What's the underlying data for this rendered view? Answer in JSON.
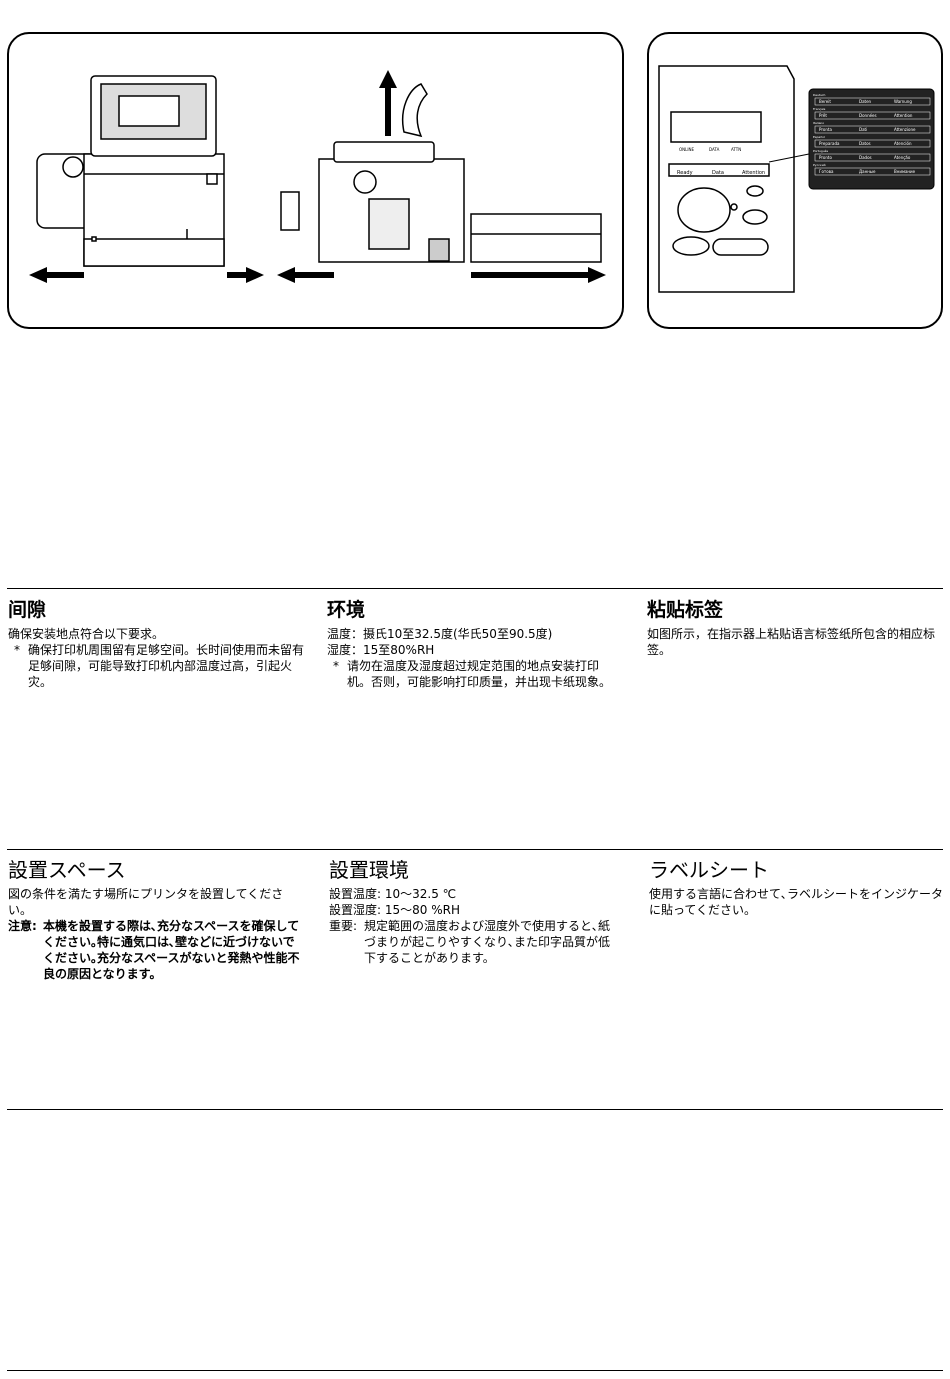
{
  "cn": {
    "clearance": {
      "title": "间隙",
      "lead": "确保安装地点符合以下要求。",
      "note_mark": "*",
      "note": "确保打印机周围留有足够空间。长时间使用而未留有足够间隙，可能导致打印机内部温度过高，引起火灾。"
    },
    "environment": {
      "title": "环境",
      "temp": "温度：摄氏10至32.5度(华氏50至90.5度)",
      "humidity": "湿度：15至80%RH",
      "note_mark": "*",
      "note": "请勿在温度及湿度超过规定范围的地点安装打印机。否则，可能影响打印质量，并出现卡纸现象。"
    },
    "label": {
      "title": "粘贴标签",
      "text": "如图所示，在指示器上粘贴语言标签纸所包含的相应标签。"
    }
  },
  "jp": {
    "space": {
      "title": "設置スペース",
      "lead": "図の条件を満たす場所にプリンタを設置してください。",
      "note_label": "注意:",
      "note": "本機を設置する際は､充分なスペースを確保してください｡特に通気口は､壁などに近づけないでください｡充分なスペースがないと発熱や性能不良の原因となります。"
    },
    "environment": {
      "title": "設置環境",
      "temp": "設置温度:  10～32.5 ℃",
      "humidity": "設置湿度:  15～80 %RH",
      "note_label": "重要:",
      "note": "規定範囲の温度および湿度外で使用すると､紙づまりが起こりやすくなり､また印字品質が低下することがあります。"
    },
    "label": {
      "title": "ラベルシート",
      "text": "使用する言語に合わせて､ラベルシートをインジケータに貼ってください。"
    }
  },
  "figure": {
    "lcd_labels": [
      "ONLINE",
      "DATA",
      "ATTN"
    ],
    "indicator_labels": [
      "Ready",
      "Data",
      "Attention"
    ],
    "sheet_rows": [
      {
        "lang": "Deutsch",
        "cells": [
          "Bereit",
          "Daten",
          "Warnung"
        ]
      },
      {
        "lang": "Français",
        "cells": [
          "Prêt",
          "Données",
          "Attention"
        ]
      },
      {
        "lang": "Italiano",
        "cells": [
          "Pronta",
          "Dati",
          "Attenzione"
        ]
      },
      {
        "lang": "Español",
        "cells": [
          "Preparada",
          "Datos",
          "Atención"
        ]
      },
      {
        "lang": "Português",
        "cells": [
          "Pronto",
          "Dados",
          "Atenção"
        ]
      },
      {
        "lang": "Русский",
        "cells": [
          "Готова",
          "Данные",
          "Внимание"
        ]
      }
    ]
  }
}
